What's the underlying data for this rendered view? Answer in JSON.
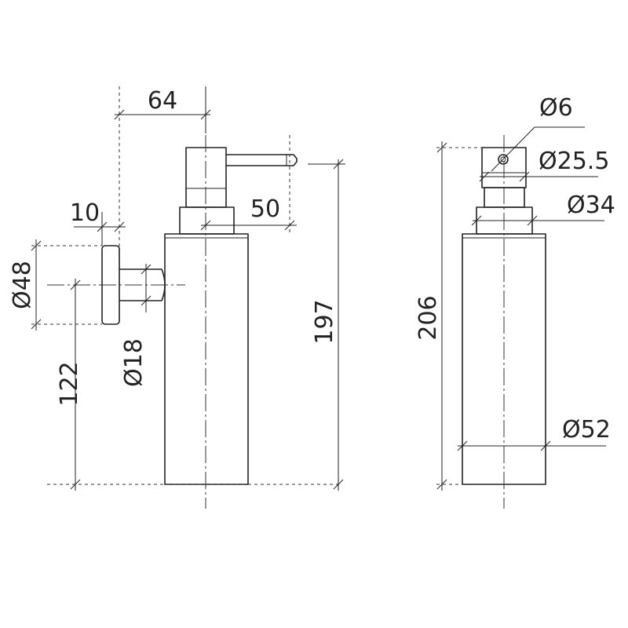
{
  "dimensions": {
    "front": {
      "width_64": "64",
      "offset_10": "10",
      "spout_50": "50",
      "flange_dia": "Ø48",
      "stem_dia": "Ø18",
      "mount_height": "122",
      "total_height": "197"
    },
    "side": {
      "nozzle_dia": "Ø6",
      "pump_dia": "Ø25.5",
      "collar_dia": "Ø34",
      "body_dia": "Ø52",
      "total_height": "206"
    }
  }
}
